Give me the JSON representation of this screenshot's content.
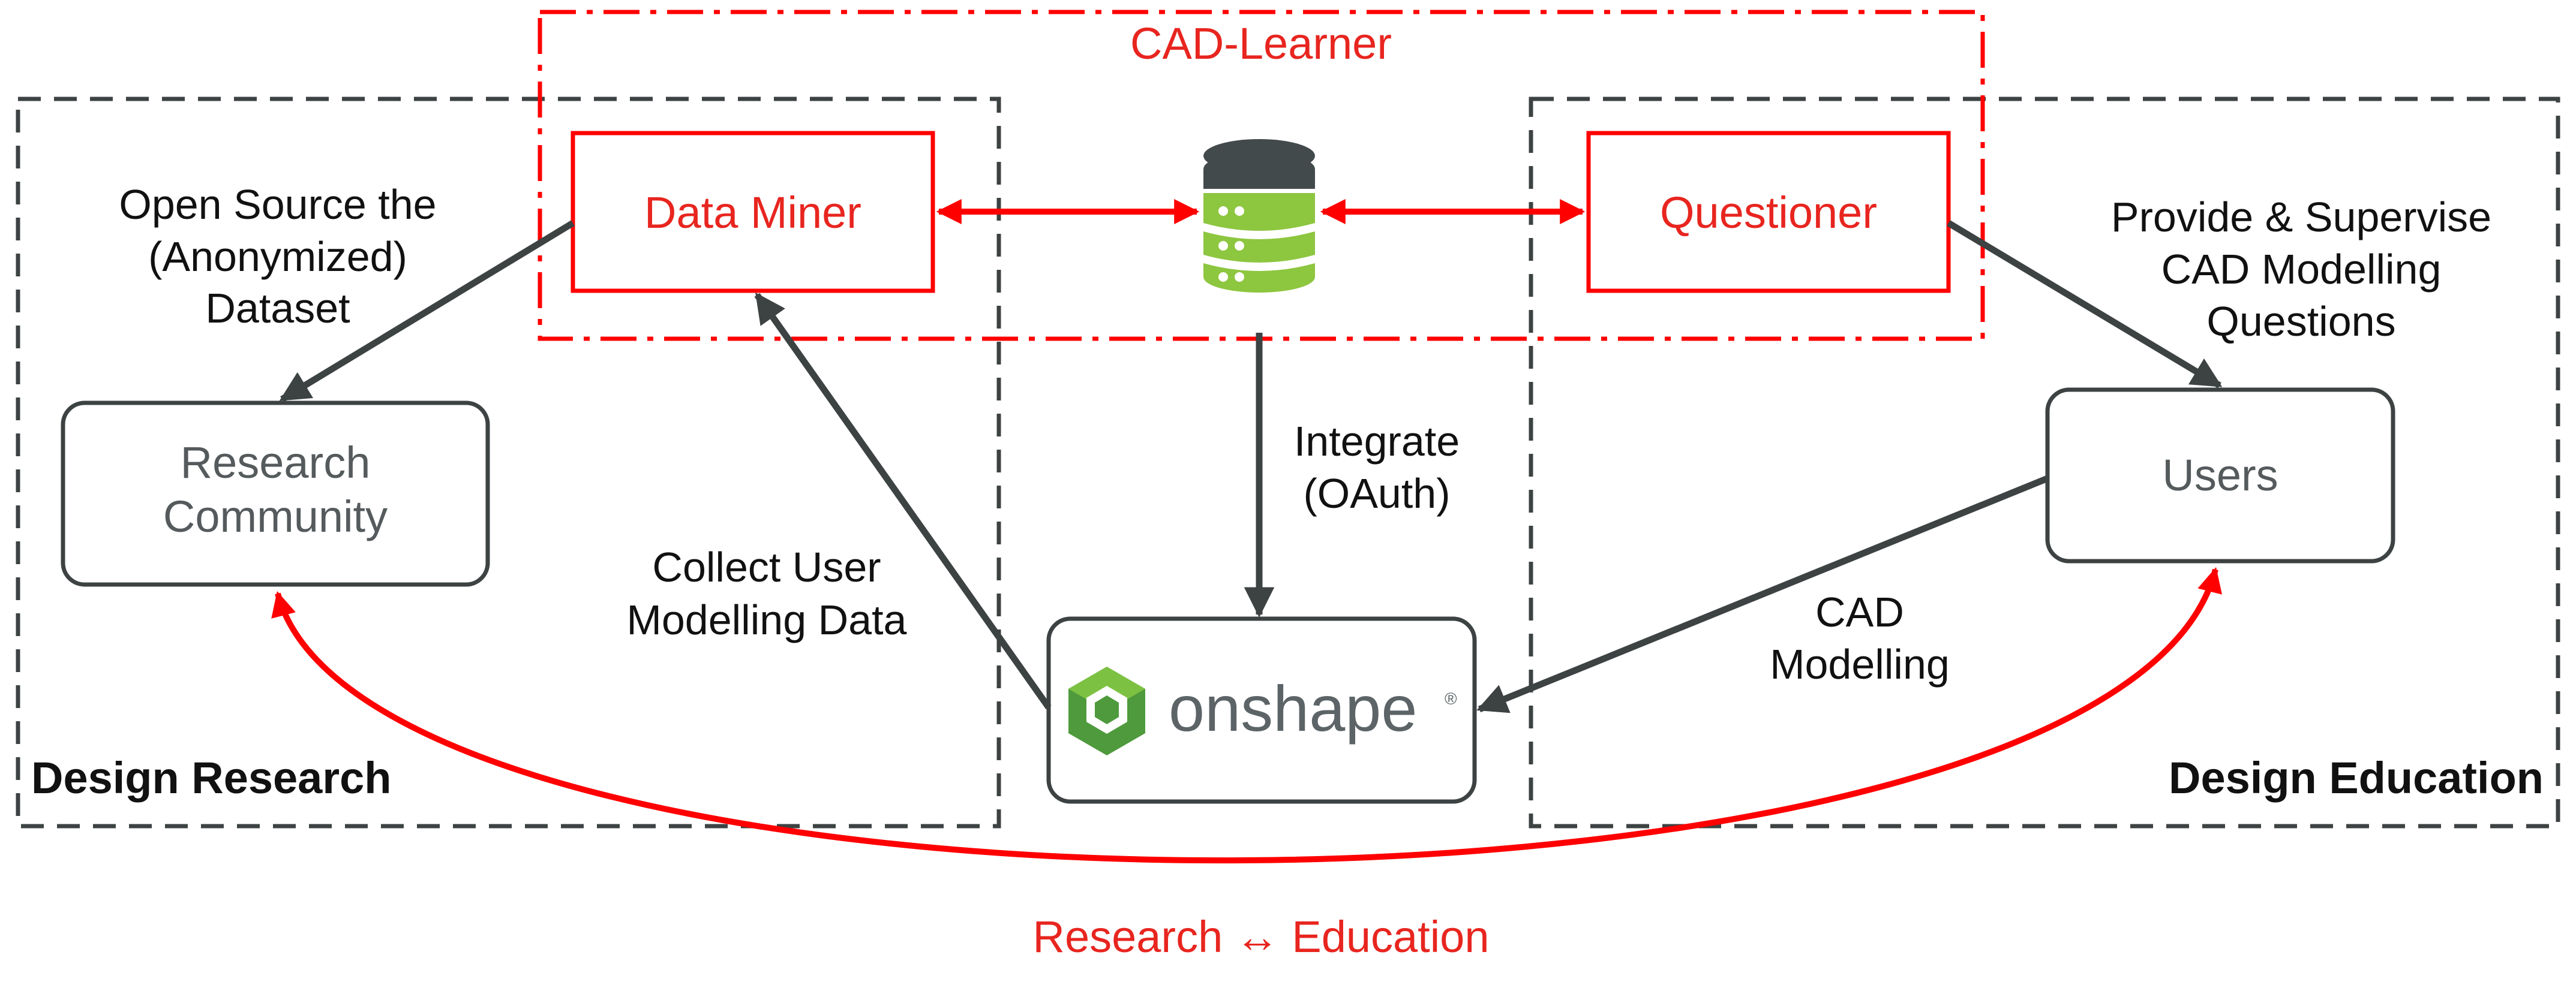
{
  "colors": {
    "accent_red": "#ff0000",
    "text_red": "#e8251f",
    "dark_gray": "#3d4243",
    "box_text_gray": "#555a5c",
    "db_green": "#8dc63f",
    "db_dark": "#434a4c",
    "onshape_green_dark": "#4e9a3c",
    "onshape_green_light": "#7dc142",
    "onshape_gray": "#5d6467"
  },
  "cad_learner": {
    "title": "CAD-Learner",
    "data_miner": "Data Miner",
    "questioner": "Questioner",
    "database_icon": "database-icon"
  },
  "design_research": {
    "label": "Design Research",
    "community_line1": "Research",
    "community_line2": "Community",
    "open_source_line1": "Open Source the",
    "open_source_line2": "(Anonymized)",
    "open_source_line3": "Dataset",
    "collect_line1": "Collect User",
    "collect_line2": "Modelling Data"
  },
  "design_education": {
    "label": "Design Education",
    "users": "Users",
    "provide_line1": "Provide & Supervise",
    "provide_line2": "CAD Modelling",
    "provide_line3": "Questions",
    "cad_line1": "CAD",
    "cad_line2": "Modelling"
  },
  "onshape": {
    "wordmark": "onshape",
    "registered": "®",
    "logo_icon": "onshape-logo-icon"
  },
  "integrate": {
    "line1": "Integrate",
    "line2": "(OAuth)"
  },
  "bottom": {
    "label": "Research ↔ Education"
  }
}
